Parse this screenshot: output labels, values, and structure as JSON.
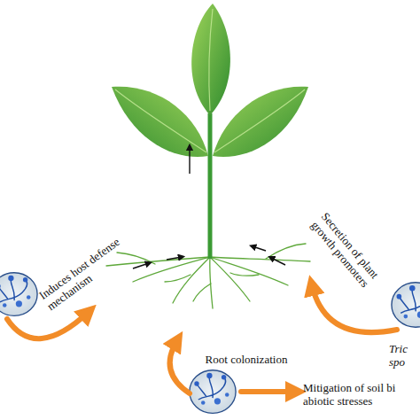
{
  "diagram": {
    "labels": [
      "Induces host defense mechanism",
      "Secretion of plant growth promoters",
      "Root colonization",
      "Mitigation of soil bi abiotic stresses",
      "Tric spo"
    ]
  }
}
